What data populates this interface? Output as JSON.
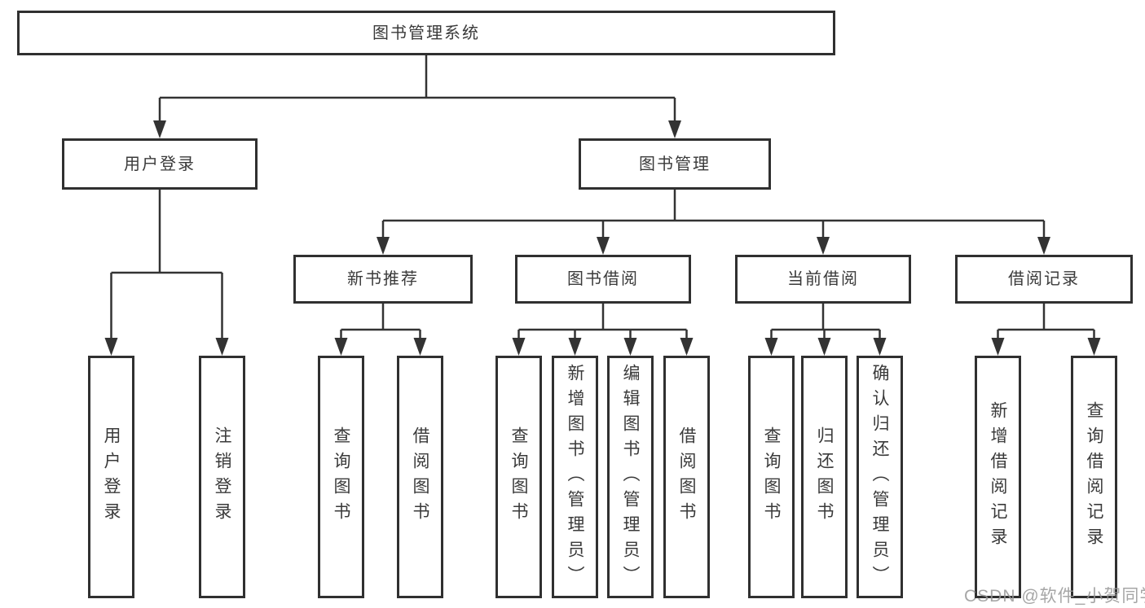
{
  "colors": {
    "line": "#333333",
    "box_border": "#303030",
    "text": "#3a3a3a",
    "watermark": "#969696",
    "background": "#ffffff"
  },
  "tree": {
    "root": {
      "label": "图书管理系统"
    },
    "branches": [
      {
        "label": "用户登录",
        "leaves": [
          "用户登录",
          "注销登录"
        ]
      },
      {
        "label": "图书管理",
        "groups": [
          {
            "label": "新书推荐",
            "leaves": [
              "查询图书",
              "借阅图书"
            ]
          },
          {
            "label": "图书借阅",
            "leaves": [
              "查询图书",
              "新增图书（管理员）",
              "编辑图书（管理员）",
              "借阅图书"
            ]
          },
          {
            "label": "当前借阅",
            "leaves": [
              "查询图书",
              "归还图书",
              "确认归还（管理员）"
            ]
          },
          {
            "label": "借阅记录",
            "leaves": [
              "新增借阅记录",
              "查询借阅记录"
            ]
          }
        ]
      }
    ]
  },
  "watermark": {
    "text": "CSDN @软件_小贺同学"
  }
}
